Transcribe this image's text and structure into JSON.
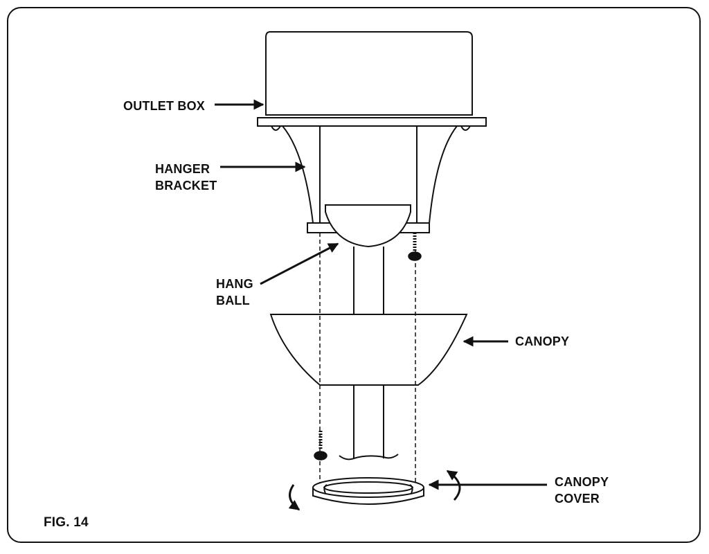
{
  "figure": {
    "title": "FIG. 14"
  },
  "labels": {
    "outlet_box": "OUTLET BOX",
    "hanger_bracket": [
      "HANGER",
      "BRACKET"
    ],
    "hang_ball": [
      "HANG",
      "BALL"
    ],
    "canopy": "CANOPY",
    "canopy_cover": [
      "CANOPY",
      "COVER"
    ]
  },
  "colors": {
    "line": "#111111",
    "background": "#ffffff"
  }
}
